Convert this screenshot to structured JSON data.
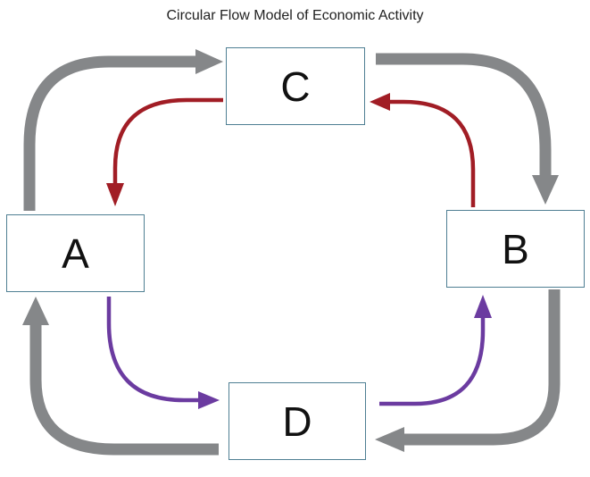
{
  "title": "Circular Flow Model of Economic Activity",
  "nodes": {
    "a": "A",
    "b": "B",
    "c": "C",
    "d": "D"
  },
  "colors": {
    "outer_arrow": "#858789",
    "red_arrow": "#a11d25",
    "purple_arrow": "#6b3ba0",
    "box_border": "#4f7f93"
  }
}
